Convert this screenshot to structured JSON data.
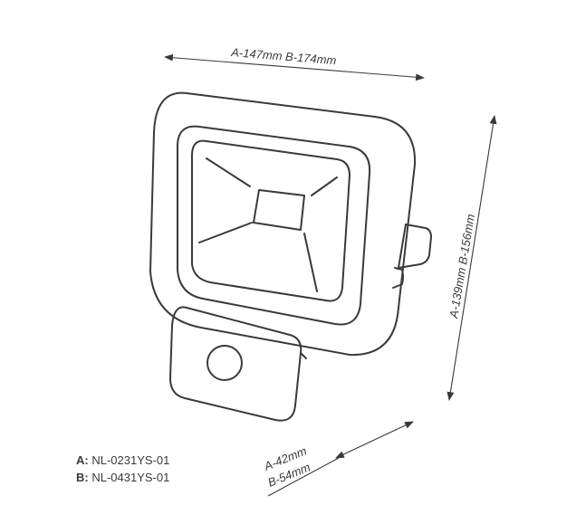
{
  "dimensions": {
    "width_top": "A-147mm  B-174mm",
    "height_right": "A-139mm  B-156mm",
    "depth_a": "A-42mm",
    "depth_b": "B-54mm"
  },
  "models": [
    {
      "key": "A:",
      "code": "NL-0231YS-01"
    },
    {
      "key": "B:",
      "code": "NL-0431YS-01"
    }
  ]
}
